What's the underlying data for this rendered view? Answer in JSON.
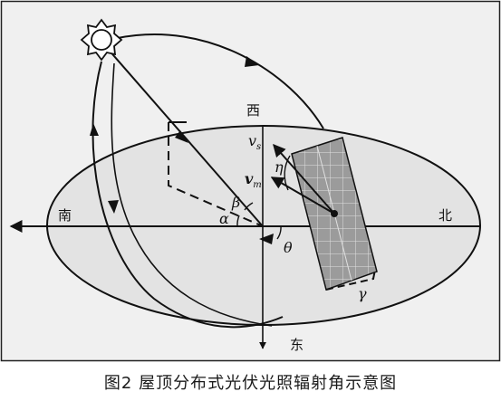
{
  "directions": {
    "west": "西",
    "south": "南",
    "north": "北",
    "east": "东"
  },
  "symbols": {
    "vs_base": "v",
    "vs_sub": "s",
    "vm_base": "v",
    "vm_sub": "m",
    "eta": "η",
    "beta": "β",
    "alpha": "α",
    "theta": "θ",
    "gamma": "γ"
  },
  "caption": "图2 屋顶分布式光伏光照辐射角示意图",
  "colors": {
    "ellipse_fill": "#e3e3e3",
    "stroke": "#111111",
    "panel_fill": "#9b9b9b"
  }
}
